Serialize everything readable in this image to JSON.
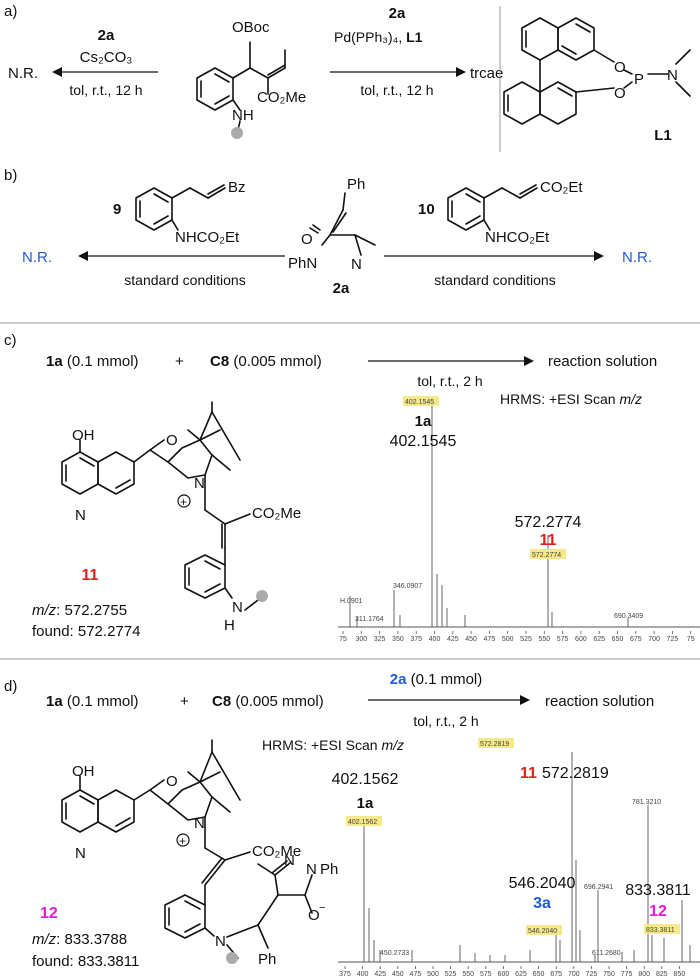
{
  "colors": {
    "blue": "#1f5bd6",
    "red": "#e0201b",
    "magenta": "#e21bd6",
    "hl": "#f6e98a",
    "gray": "#aaaaaa"
  },
  "panel_a": {
    "label": "a)",
    "left_reagent": "2a",
    "left_base": "Cs₂CO₃",
    "left_cond": "tol, r.t., 12 h",
    "left_result": "N.R.",
    "boc": "OBoc",
    "ester": "CO₂Me",
    "nh": "NH",
    "right_reagent": "2a",
    "right_cat": "Pd(PPh₃)₄, ",
    "right_lig": "L1",
    "right_cond": "tol, r.t., 12 h",
    "right_result": "trcae",
    "ligand": "L1",
    "o1": "O",
    "o2": "O",
    "p": "P",
    "n": "N"
  },
  "panel_b": {
    "label": "b)",
    "cmpd9": "9",
    "bz": "Bz",
    "nhco2et_l": "NHCO₂Et",
    "cmpd10": "10",
    "co2et": "CO₂Et",
    "nhco2et_r": "NHCO₂Et",
    "ph": "Ph",
    "pyr_o": "O",
    "pyr_ph": "PhN",
    "pyr_n": "N",
    "cmpd2a": "2a",
    "cond_l": "standard conditions",
    "cond_r": "standard conditions",
    "nr_l": "N.R.",
    "nr_r": "N.R."
  },
  "panel_c": {
    "label": "c)",
    "r1": "1a",
    "r1_amt": " (0.1 mmol)",
    "plus": "+",
    "r2": "C8",
    "r2_amt": " (0.005 mmol)",
    "cond": "tol, r.t., 2 h",
    "product": "reaction solution",
    "hrms": "HRMS: +ESI Scan ",
    "mz": "m/z",
    "oh": "OH",
    "o": "O",
    "n": "N",
    "nq": "N",
    "ester": "CO₂Me",
    "nh": "N",
    "h": "H",
    "cmpd": "11",
    "mz_label": "m/z",
    "mz_calc": ": 572.2755",
    "found": "found: 572.2774",
    "peak1_name": "1a",
    "peak1_val": "402.1545",
    "peak2_val": "572.2774",
    "peak2_name": "11",
    "hl1": "402.1545",
    "hl2": "572.2774",
    "small1": "H.0901",
    "small2": "311.1764",
    "small3": "346.0907",
    "small4": "690.3409",
    "ticks": [
      "75",
      "300",
      "325",
      "350",
      "375",
      "400",
      "425",
      "450",
      "475",
      "500",
      "525",
      "550",
      "575",
      "600",
      "625",
      "650",
      "675",
      "700",
      "725",
      "75"
    ]
  },
  "panel_d": {
    "label": "d)",
    "r1": "1a",
    "r1_amt": " (0.1 mmol)",
    "plus": "+",
    "r2": "C8",
    "r2_amt": " (0.005 mmol)",
    "above_r": "2a",
    "above_amt": " (0.1 mmol)",
    "cond": "tol, r.t., 2 h",
    "product": "reaction solution",
    "hrms": "HRMS: +ESI Scan ",
    "mz": "m/z",
    "oh": "OH",
    "o": "O",
    "n": "N",
    "nq": "N",
    "ester": "CO₂Me",
    "pyr_n1": "N",
    "pyr_n2": "N",
    "ph1": "Ph",
    "ph2": "Ph",
    "om": "O",
    "amn": "N",
    "cmpd": "12",
    "mz_label": "m/z",
    "mz_calc": ": 833.3788",
    "found": "found: 833.3811",
    "peak1_val": "402.1562",
    "peak1_name": "1a",
    "peak2_name": "11",
    "peak2_val": "572.2819",
    "peak3_val": "546.2040",
    "peak3_name": "3a",
    "peak4_val": "833.3811",
    "peak4_name": "12",
    "hl1": "402.1562",
    "hl2": "572.2819",
    "hl3": "546.2040",
    "hl4": "833.3811",
    "small1": "450.2733",
    "small2": "611.2680",
    "small3": "696.2941",
    "small4": "781.3210",
    "ticks": [
      "375",
      "400",
      "425",
      "450",
      "475",
      "500",
      "525",
      "550",
      "575",
      "600",
      "625",
      "650",
      "675",
      "700",
      "725",
      "750",
      "775",
      "800",
      "825",
      "850"
    ]
  }
}
